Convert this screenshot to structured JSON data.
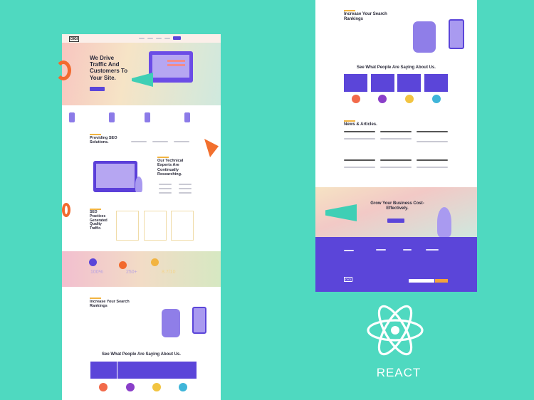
{
  "colors": {
    "background": "#4fd9c0",
    "accent": "#5b45d9",
    "orange": "#f26a2e",
    "yellow": "#f2b441"
  },
  "left_page": {
    "logo": "DIGI",
    "hero": {
      "title": "We Drive Traffic And Customers To Your Site."
    },
    "providing": {
      "title": "Providing SEO Solutions."
    },
    "technical": {
      "title": "Our Technical Experts Are Continually Researching."
    },
    "practices": {
      "title": "SEO Practices Generated Quality Traffic."
    },
    "stats": [
      {
        "value": "100%",
        "color": "#5b45d9"
      },
      {
        "value": "250+",
        "color": "#f26a2e"
      },
      {
        "value": "8.7/10",
        "color": "#f2b441"
      }
    ],
    "rankings": {
      "title": "Increase Your Search Rankings"
    },
    "testimonials": {
      "title": "See What People Are Saying About Us."
    }
  },
  "right_page": {
    "rankings": {
      "title": "Increase Your Search Rankings"
    },
    "testimonials": {
      "title": "See What People Are Saying About Us."
    },
    "news": {
      "title": "News & Articles."
    },
    "cta": {
      "title": "Grow Your Business Cost-Effectively."
    },
    "footer_logo": "DIGI"
  },
  "react": {
    "label": "REACT",
    "icon": "react-atom-icon"
  }
}
